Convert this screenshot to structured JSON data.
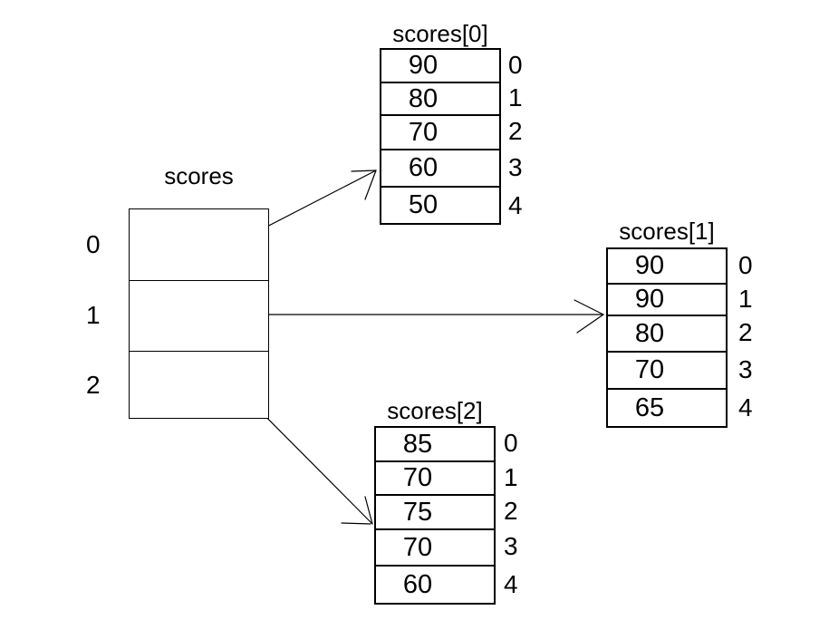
{
  "diagram": {
    "background_color": "#ffffff",
    "line_color": "#000000",
    "text_color": "#000000",
    "pointer_array": {
      "title": "scores",
      "indices": [
        "0",
        "1",
        "2"
      ]
    },
    "arrays": [
      {
        "title": "scores[0]",
        "values": [
          "90",
          "80",
          "70",
          "60",
          "50"
        ],
        "indices": [
          "0",
          "1",
          "2",
          "3",
          "4"
        ]
      },
      {
        "title": "scores[1]",
        "values": [
          "90",
          "90",
          "80",
          "70",
          "65"
        ],
        "indices": [
          "0",
          "1",
          "2",
          "3",
          "4"
        ]
      },
      {
        "title": "scores[2]",
        "values": [
          "85",
          "70",
          "75",
          "70",
          "60"
        ],
        "indices": [
          "0",
          "1",
          "2",
          "3",
          "4"
        ]
      }
    ]
  }
}
